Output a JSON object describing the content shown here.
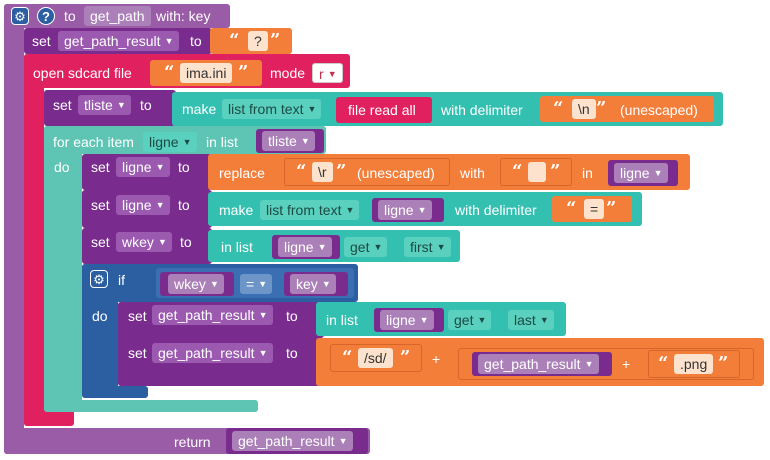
{
  "proc": {
    "keyword_to": "to",
    "name": "get_path",
    "with_label": "with: key"
  },
  "set_result1": {
    "set": "set",
    "var": "get_path_result",
    "to": "to",
    "value": "?"
  },
  "open_file": {
    "label": "open sdcard file",
    "filename": "ima.ini",
    "mode_label": "mode",
    "mode": "r"
  },
  "set_tliste": {
    "set": "set",
    "var": "tliste",
    "to": "to",
    "make": "make",
    "make_op": "list from text",
    "file_read": "file read all",
    "delim_label": "with delimiter",
    "delim": "\\n",
    "unescaped": "(unescaped)"
  },
  "foreach": {
    "label": "for each item",
    "item": "ligne",
    "in_list": "in list",
    "list": "tliste",
    "do": "do"
  },
  "set_ligne1": {
    "set": "set",
    "var": "ligne",
    "to": "to",
    "replace": "replace",
    "find": "\\r",
    "unescaped": "(unescaped)",
    "with": "with",
    "replace_with": "",
    "in": "in",
    "in_var": "ligne"
  },
  "set_ligne2": {
    "set": "set",
    "var": "ligne",
    "to": "to",
    "make": "make",
    "make_op": "list from text",
    "src": "ligne",
    "delim_label": "with delimiter",
    "delim": "="
  },
  "set_wkey": {
    "set": "set",
    "var": "wkey",
    "to": "to",
    "in_list": "in list",
    "list": "ligne",
    "get": "get",
    "pos": "first"
  },
  "if_block": {
    "if": "if",
    "do": "do",
    "left": "wkey",
    "op": "=",
    "right": "key"
  },
  "set_result2": {
    "set": "set",
    "var": "get_path_result",
    "to": "to",
    "in_list": "in list",
    "list": "ligne",
    "get": "get",
    "pos": "last"
  },
  "set_result3": {
    "set": "set",
    "var": "get_path_result",
    "to": "to",
    "prefix": "/sd/",
    "plus": "+",
    "mid": "get_path_result",
    "plus2": "+",
    "suffix": ".png"
  },
  "ret": {
    "label": "return",
    "var": "get_path_result"
  },
  "colors": {
    "procedure": "#9a5ca6",
    "variable": "#7a2c8e",
    "file": "#e0205f",
    "list": "#5ec5b4",
    "text": "#f37e3a",
    "logic": "#2c5fa1"
  }
}
